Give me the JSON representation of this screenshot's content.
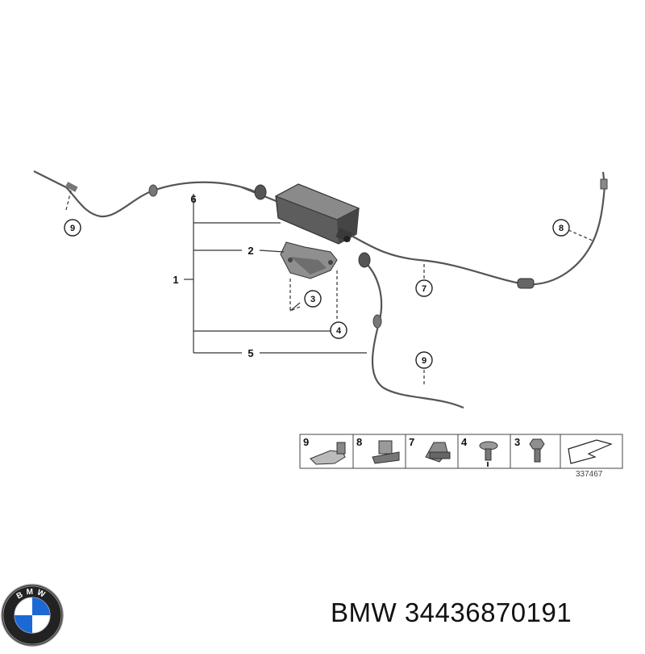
{
  "callouts": {
    "c1": "1",
    "c2": "2",
    "c3": "3",
    "c4": "4",
    "c5": "5",
    "c6": "6",
    "c7": "7",
    "c8": "8",
    "c9a": "9",
    "c9b": "9"
  },
  "legend": {
    "items": [
      {
        "num": "9",
        "icon": "cable-clip-icon"
      },
      {
        "num": "8",
        "icon": "retainer-clip-icon"
      },
      {
        "num": "7",
        "icon": "cable-holder-icon"
      },
      {
        "num": "4",
        "icon": "collar-screw-icon"
      },
      {
        "num": "3",
        "icon": "hex-bolt-icon"
      }
    ],
    "ref_number": "337467"
  },
  "logo_text": "BMW",
  "part_label": "BMW 34436870191",
  "colors": {
    "line": "#333333",
    "part": "#6f6f6f",
    "part_dark": "#3c3c3c"
  }
}
